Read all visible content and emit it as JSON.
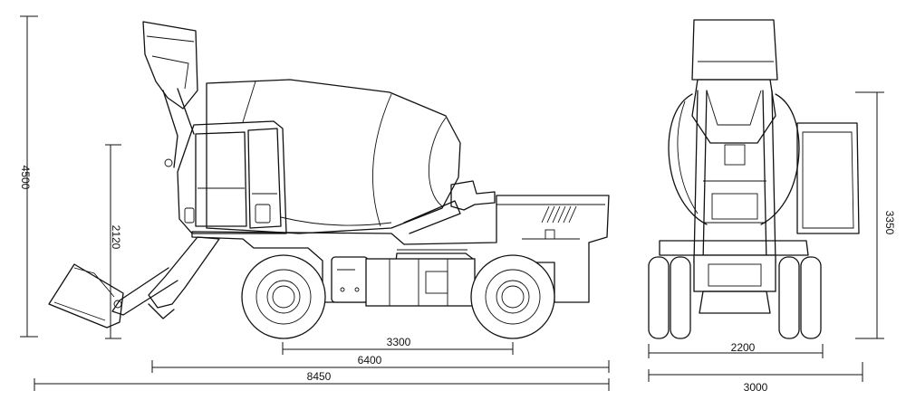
{
  "dimensions": {
    "total_height": "4500",
    "bucket_height": "2120",
    "wheelbase": "3300",
    "body_length": "6400",
    "total_length": "8450",
    "front_height": "3350",
    "track_width": "2200",
    "total_width": "3000"
  }
}
